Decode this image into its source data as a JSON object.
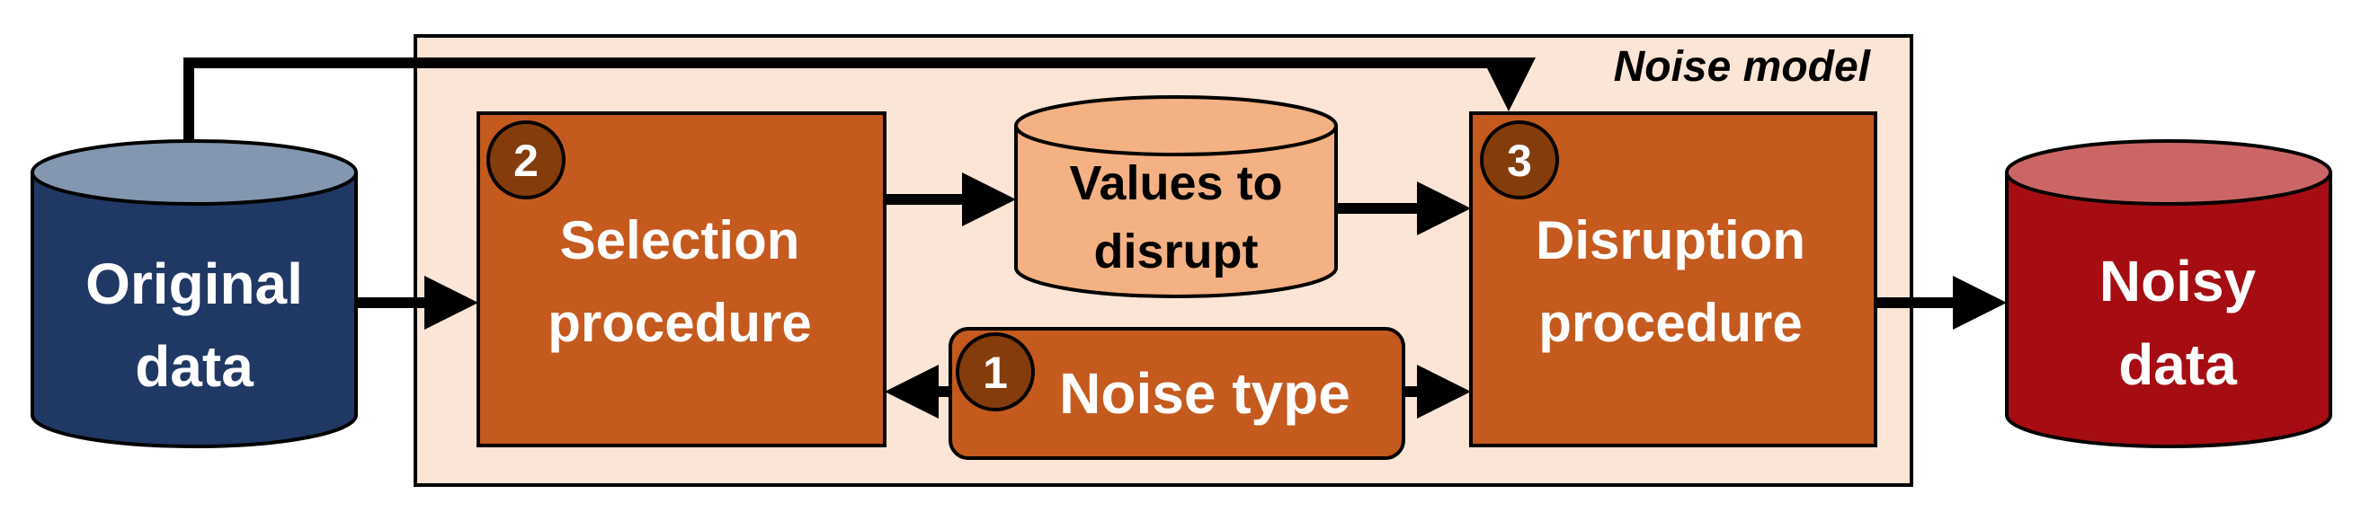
{
  "panel": {
    "title": "Noise model"
  },
  "nodes": {
    "original": {
      "line1": "Original",
      "line2": "data"
    },
    "selection": {
      "number": "2",
      "line1": "Selection",
      "line2": "procedure"
    },
    "values": {
      "line1": "Values to",
      "line2": "disrupt"
    },
    "noise_type": {
      "number": "1",
      "label": "Noise type"
    },
    "disruption": {
      "number": "3",
      "line1": "Disruption",
      "line2": "procedure"
    },
    "noisy": {
      "line1": "Noisy",
      "line2": "data"
    }
  },
  "colors": {
    "panel_fill": "#fbe5d6",
    "box_fill": "#c55a1e",
    "badge_fill": "#843c0c",
    "values_fill": "#f4b183",
    "original_body": "#203864",
    "original_top": "#8497b0",
    "noisy_body": "#a50d12",
    "noisy_top": "#cc6666"
  }
}
